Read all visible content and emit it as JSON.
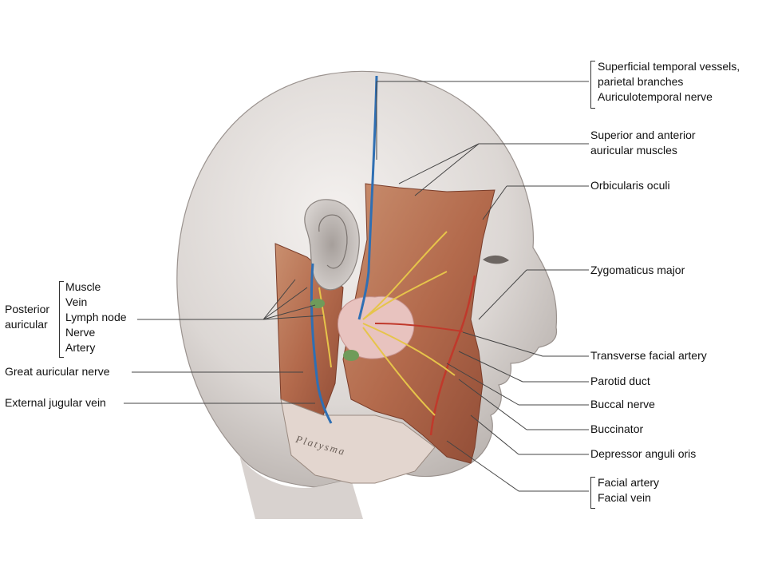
{
  "labels": {
    "sup_temporal": [
      "Superficial temporal vessels,",
      "parietal branches",
      "Auriculotemporal nerve"
    ],
    "sup_ant_auricular": [
      "Superior and anterior",
      "auricular muscles"
    ],
    "orbicularis_oculi": "Orbicularis oculi",
    "zygomaticus_major": "Zygomaticus major",
    "transverse_facial_artery": "Transverse facial artery",
    "parotid_duct": "Parotid duct",
    "buccal_nerve": "Buccal nerve",
    "buccinator": "Buccinator",
    "depressor_anguli_oris": "Depressor anguli oris",
    "facial_vessels": [
      "Facial artery",
      "Facial vein"
    ],
    "posterior_auricular_title": [
      "Posterior",
      "auricular"
    ],
    "posterior_auricular_items": [
      "Muscle",
      "Vein",
      "Lymph node",
      "Nerve",
      "Artery"
    ],
    "great_auricular_nerve": "Great auricular nerve",
    "external_jugular_vein": "External jugular vein",
    "platysma": "Platysma"
  }
}
